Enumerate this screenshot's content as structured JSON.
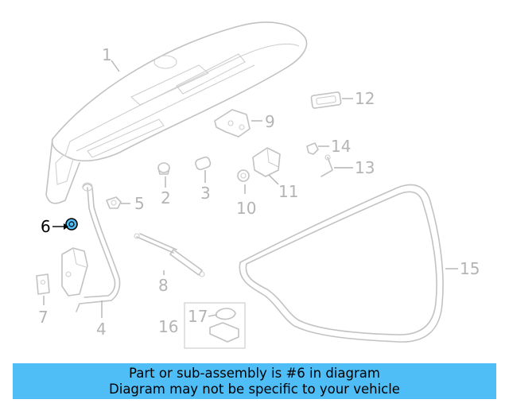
{
  "callouts": {
    "c1": "1",
    "c2": "2",
    "c3": "3",
    "c4": "4",
    "c5": "5",
    "c6": "6",
    "c7": "7",
    "c8": "8",
    "c9": "9",
    "c10": "10",
    "c11": "11",
    "c12": "12",
    "c13": "13",
    "c14": "14",
    "c15": "15",
    "c16": "16",
    "c17": "17"
  },
  "highlight": {
    "callout": "6",
    "color": "#000000",
    "part_color": "#4fbdf6"
  },
  "colors": {
    "line_art": "#c2c2c2",
    "callout_text": "#b4b4b4",
    "banner": "#4fbdf6"
  },
  "banner": {
    "line1": "Part or sub-assembly is #6 in diagram",
    "line2": "Diagram may not be specific to your vehicle"
  }
}
